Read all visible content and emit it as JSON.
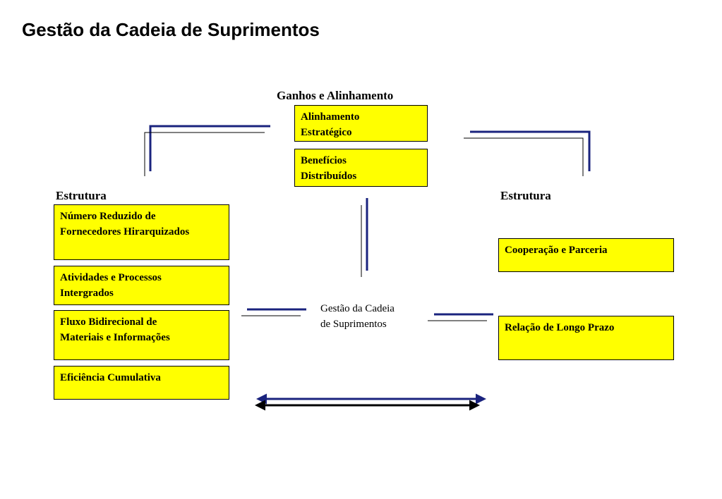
{
  "page": {
    "title": "Gestão da Cadeia de Suprimentos"
  },
  "diagram": {
    "top_heading": "Ganhos e Alinhamento",
    "top_boxes": [
      "Alinhamento\n Estratégico",
      "Benefícios\nDistribuídos"
    ],
    "left_heading": "Estrutura",
    "left_boxes": [
      "Número Reduzido de\nFornecedores Hirarquizados",
      "Atividades e Processos\nIntergrados",
      "Fluxo Bidirecional de\nMateriais e Informações",
      "Eficiência Cumulativa"
    ],
    "right_heading": "Estrutura",
    "right_boxes": [
      "Cooperação e Parceria",
      "Relação de Longo Prazo"
    ],
    "center_label": "Gestão da Cadeia\nde Suprimentos"
  },
  "colors": {
    "box_fill": "#ffff00",
    "line_blue": "#1a237e",
    "line_black": "#000000"
  }
}
